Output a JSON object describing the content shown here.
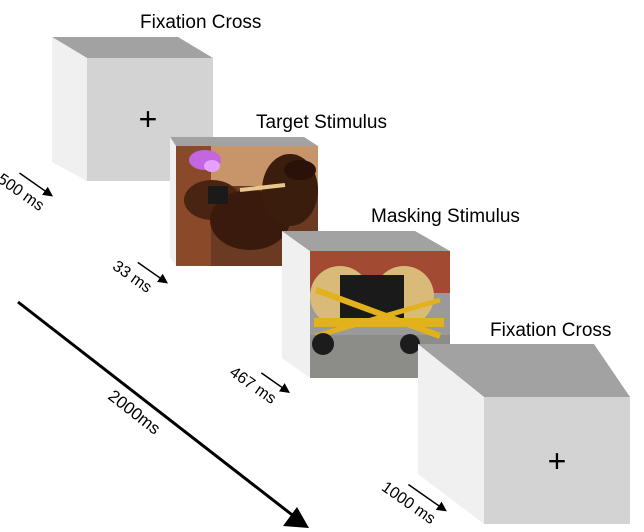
{
  "trial": {
    "frames": [
      {
        "title": "Fixation Cross",
        "symbol": "+",
        "duration": "500 ms"
      },
      {
        "title": "Target Stimulus",
        "duration": "33 ms",
        "image": "photo-hands-lighting-lighter"
      },
      {
        "title": "Masking Stimulus",
        "duration": "467 ms",
        "image": "photo-cable-reel-trailer"
      },
      {
        "title": "Fixation Cross",
        "symbol": "+",
        "duration": "1000 ms"
      }
    ],
    "total": "2000ms"
  },
  "colors": {
    "box_front": "#d3d3d3",
    "box_top": "#a2a2a2",
    "box_side": "#f0f0f0",
    "text": "#000000"
  }
}
